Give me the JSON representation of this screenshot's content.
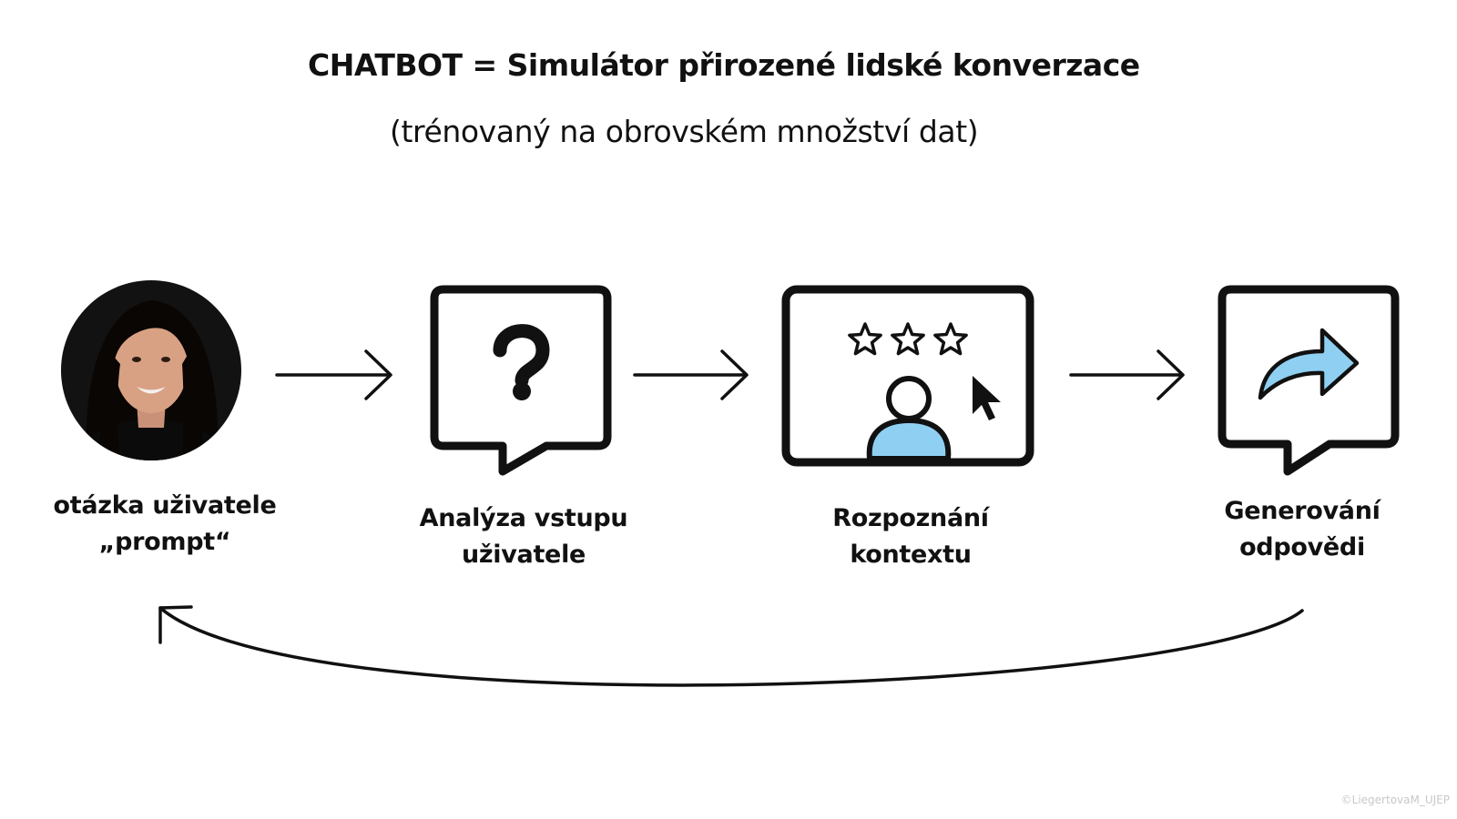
{
  "title": "CHATBOT = Simulátor přirozené lidské konverzace",
  "subtitle": "(trénovaný na obrovském množství dat)",
  "steps": [
    {
      "line1": "otázka uživatele",
      "line2": "„prompt“",
      "icon": "user-photo"
    },
    {
      "line1": "Analýza vstupu",
      "line2": "uživatele",
      "icon": "question-speech-bubble-icon"
    },
    {
      "line1": "Rozpoznání",
      "line2": "kontextu",
      "icon": "user-rating-screen-icon"
    },
    {
      "line1": "Generování",
      "line2": "odpovědi",
      "icon": "share-arrow-speech-bubble-icon"
    }
  ],
  "watermark": "©LiegertovaM_UJEP",
  "colors": {
    "accent": "#8fd0f2",
    "ink": "#111111",
    "photo_bg": "#121212"
  }
}
